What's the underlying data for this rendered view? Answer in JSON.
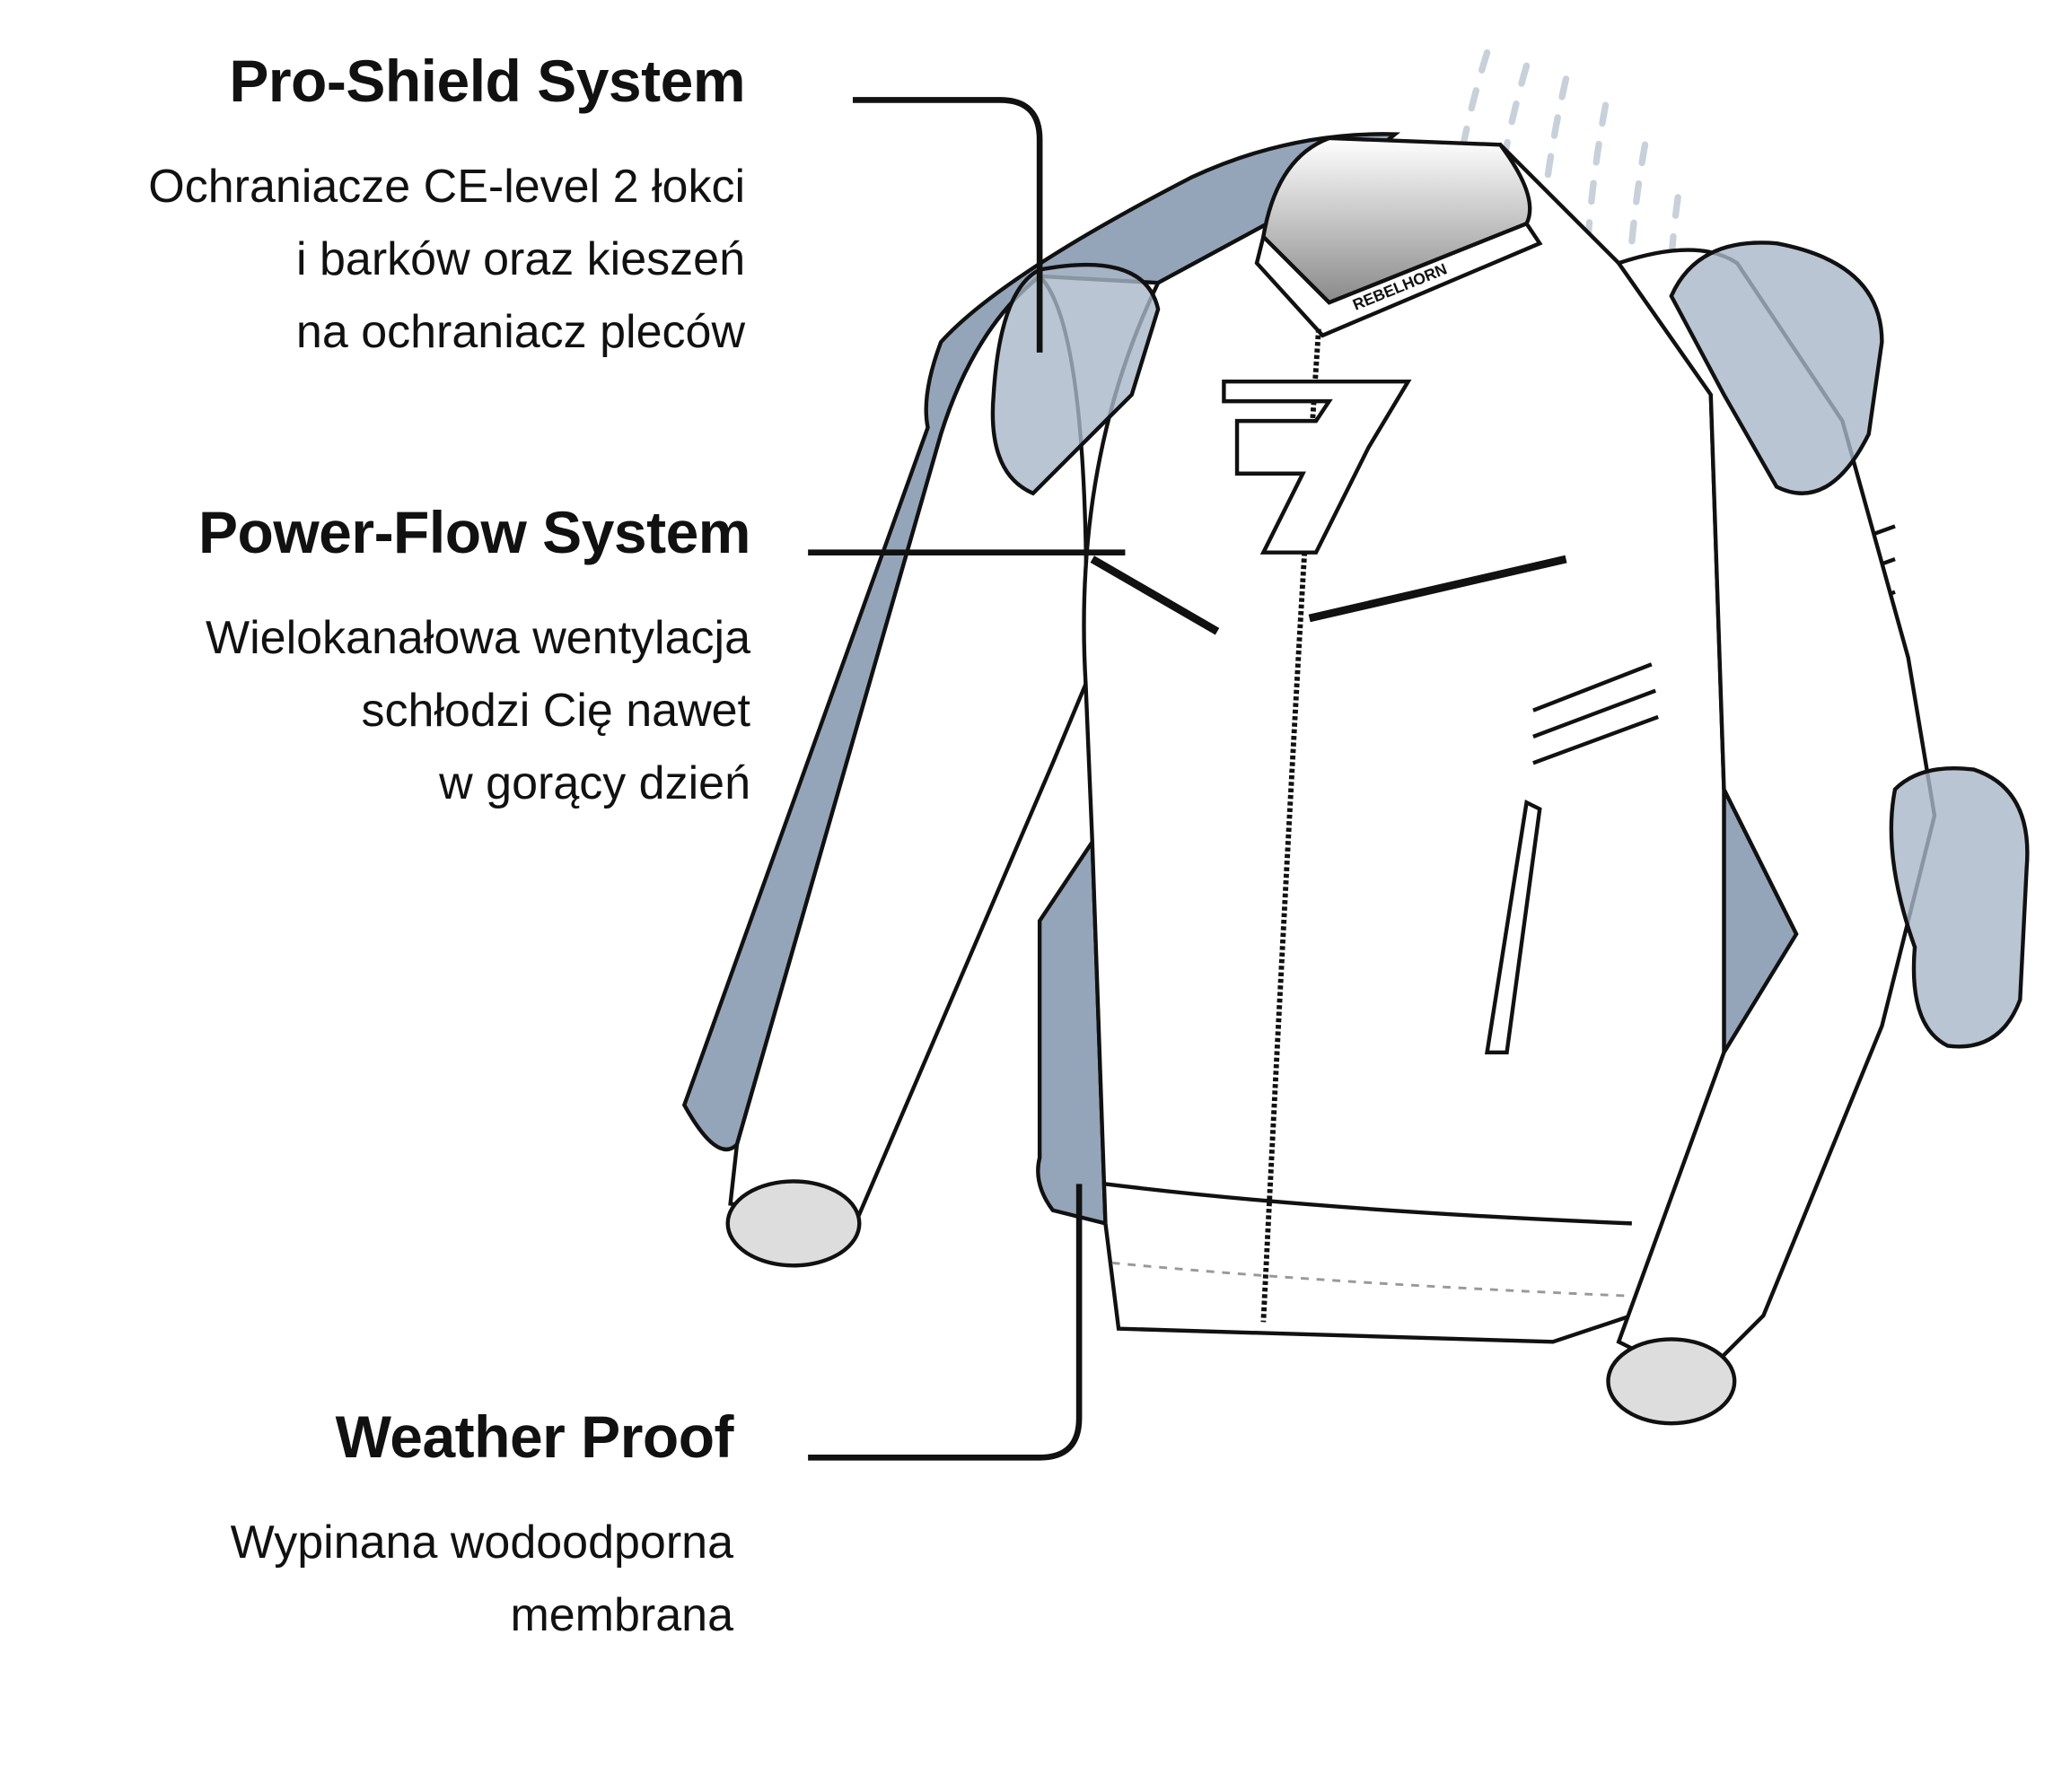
{
  "features": [
    {
      "title": "Pro-Shield System",
      "lines": [
        "Ochraniacze CE-level 2 łokci",
        "i barków oraz kieszeń",
        "na ochraniacz pleców"
      ]
    },
    {
      "title": "Power-Flow System",
      "lines": [
        "Wielokanałowa wentylacja",
        "schłodzi Cię nawet",
        "w gorący dzień"
      ]
    },
    {
      "title": "Weather Proof",
      "lines": [
        "Wypinana wodoodporna",
        "membrana"
      ]
    }
  ],
  "brand_label": "REBELHORN",
  "colors": {
    "membrane": "#95a5b9",
    "protector": "#a9b7c8",
    "outline": "#111111",
    "airflow": "#c3ccd7"
  }
}
